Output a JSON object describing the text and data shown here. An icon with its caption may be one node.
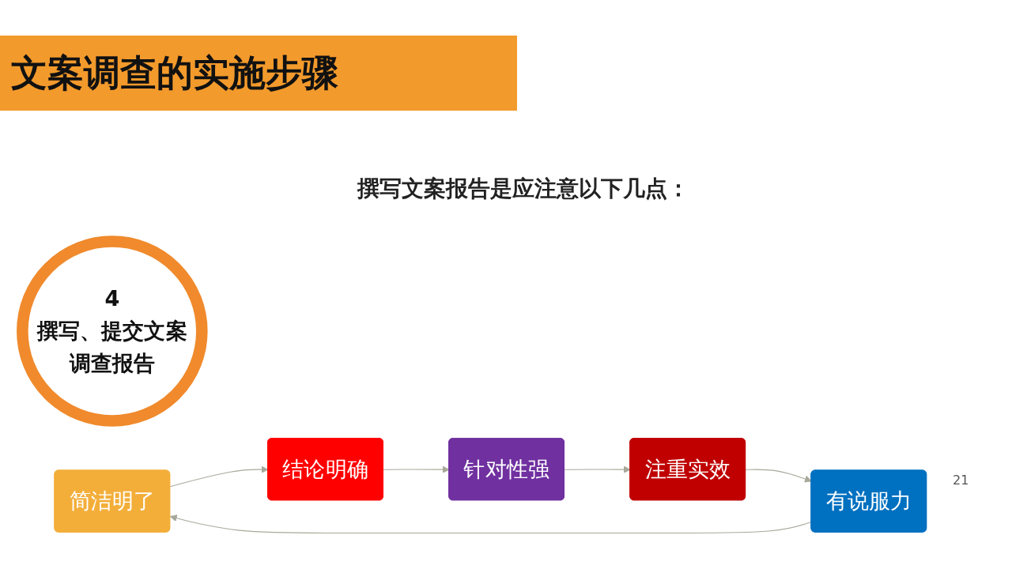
{
  "diagram": {
    "title": "文案调查的实施步骤",
    "nodes": [
      {
        "text": [
          "4",
          "撰写、提交文案调查报告"
        ]
      },
      {
        "text": [
          "简洁明了"
        ]
      },
      {
        "text": [
          "结论明确"
        ]
      },
      {
        "text": [
          "针对性强"
        ]
      },
      {
        "text": [
          "注重实效"
        ]
      },
      {
        "text": [
          "有说服力"
        ]
      }
    ],
    "edges": [
      {
        "from": 1,
        "to": 2,
        "arrow": "to"
      },
      {
        "from": 2,
        "to": 3,
        "arrow": "to"
      },
      {
        "from": 3,
        "to": 4,
        "arrow": "to"
      },
      {
        "from": 4,
        "to": 5,
        "arrow": "to"
      },
      {
        "from": 5,
        "to": 1,
        "arrow": "to"
      }
    ],
    "labels": [
      "撰写文案报告是应注意以下几点：",
      "21"
    ]
  }
}
